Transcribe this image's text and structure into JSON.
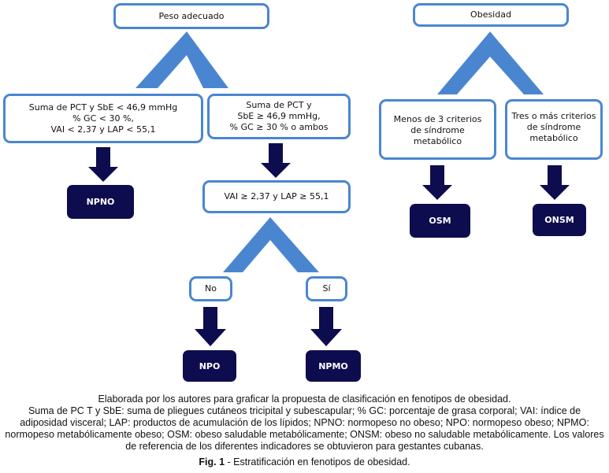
{
  "left_branch": {
    "root": "Peso adecuado",
    "cond_a": "Suma de PCT y SbE < 46,9 mmHg\n% GC < 30 %,\nVAI < 2,37 y LAP < 55,1",
    "cond_b": "Suma de PCT y\nSbE ≥ 46,9 mmHg,\n% GC ≥ 30 % o ambos",
    "result_a": "NPNO",
    "cond_c": "VAI ≥ 2,37 y LAP ≥ 55,1",
    "no": "No",
    "si": "Sí",
    "result_no": "NPO",
    "result_si": "NPMO"
  },
  "right_branch": {
    "root": "Obesidad",
    "cond_a": "Menos de 3 criterios\nde síndrome\nmetabólico",
    "cond_b": "Tres o más criterios\nde síndrome\nmetabólico",
    "result_a": "OSM",
    "result_b": "ONSM"
  },
  "caption": {
    "note_line1": "Elaborada por los autores para graficar la propuesta de clasificación en fenotipos de obesidad.",
    "note_body": "Suma de PC T y SbE: suma de pliegues cutáneos tricipital y subescapular; % GC: porcentaje de grasa corporal; VAI: índice de adiposidad visceral; LAP: productos de acumulación de los lípidos; NPNO: normopeso no obeso; NPO: normopeso obeso; NPMO: normopeso metabólicamente obeso; OSM: obeso saludable metabólicamente; ONSM: obeso no saludable metabólicamente. Los valores de referencia de los diferentes indicadores se obtuvieron para gestantes cubanas.",
    "fig_label": "Fig. 1",
    "fig_title": " - Estratificación en fenotipos de obesidad."
  },
  "colors": {
    "box_border": "#4a86d0",
    "chevron": "#4a86d0",
    "dark_arrow": "#0d0c4e",
    "result_fill": "#0d0c4e"
  }
}
